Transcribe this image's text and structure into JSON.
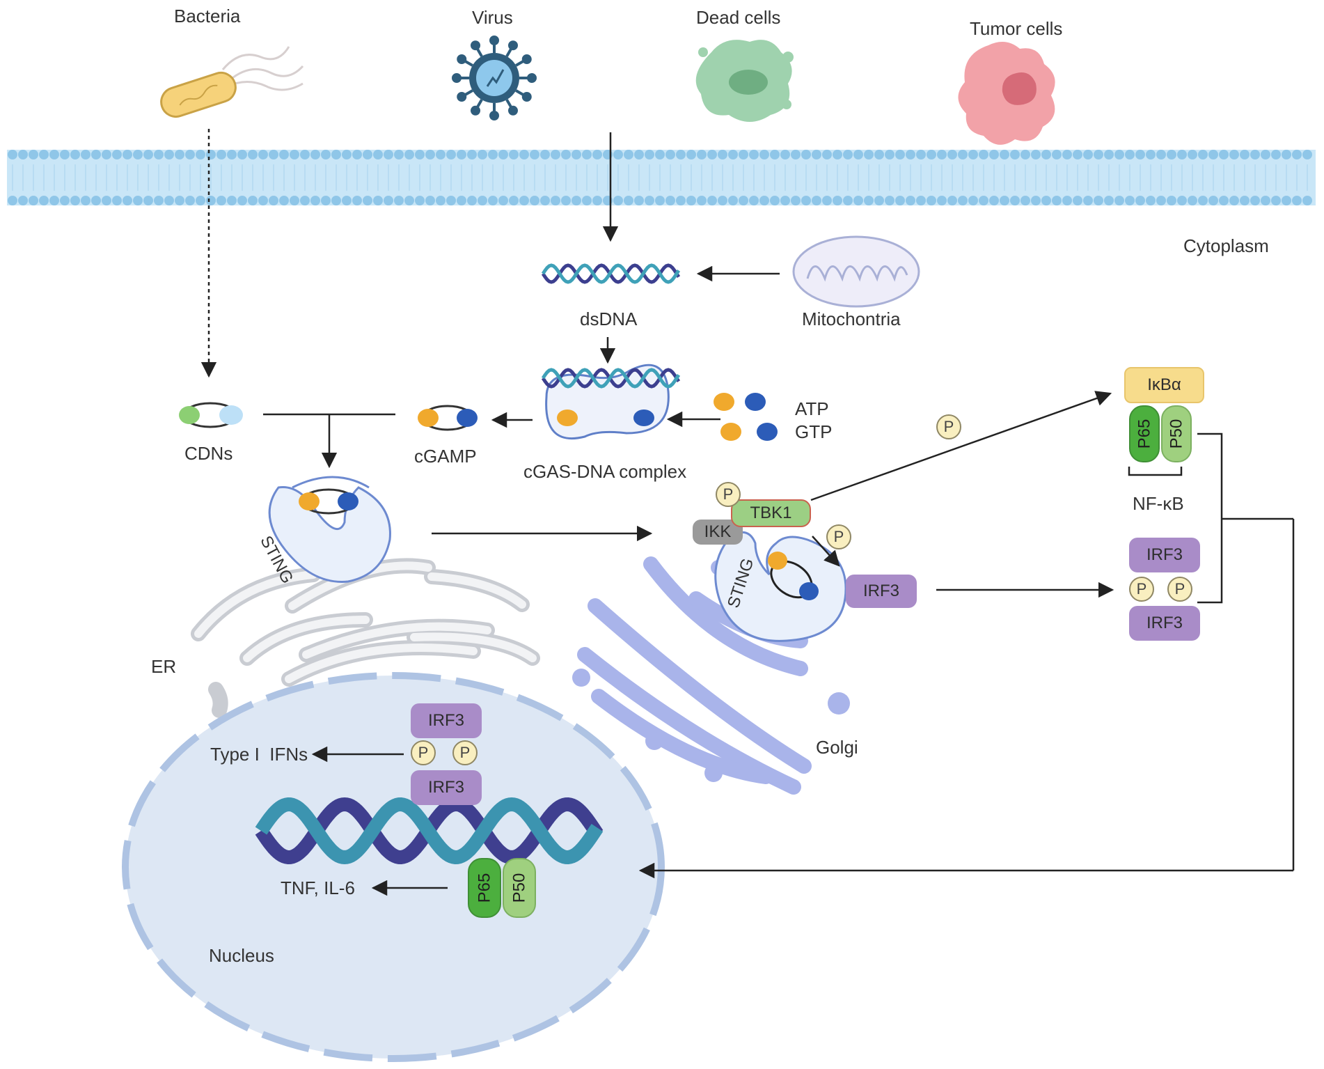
{
  "labels": {
    "bacteria": "Bacteria",
    "virus": "Virus",
    "dead_cells": "Dead cells",
    "tumor_cells": "Tumor cells",
    "cytoplasm": "Cytoplasm",
    "dsdna": "dsDNA",
    "mitochondria": "Mitochontria",
    "cdns": "CDNs",
    "cgamp": "cGAMP",
    "cgas_complex": "cGAS-DNA complex",
    "atp": "ATP",
    "gtp": "GTP",
    "sting_left": "STING",
    "sting_right": "STING",
    "er": "ER",
    "golgi": "Golgi",
    "nucleus": "Nucleus",
    "type_i_ifns": "Type I  IFNs",
    "tnf_il6": "TNF, IL-6",
    "nfkb": "NF-κB"
  },
  "proteins": {
    "tbk1": "TBK1",
    "ikk": "IKK",
    "irf3": "IRF3",
    "ikba": "IκBα",
    "p65": "P65",
    "p50": "P50",
    "phospho": "P"
  },
  "colors": {
    "membrane": "#aed8f1",
    "membrane_head": "#8fc6e8",
    "irf3": "#a98cc8",
    "tbk1": "#9ccf84",
    "ikk": "#9a9a9a",
    "ikba": "#f7dc8c",
    "p65": "#4caf3e",
    "p50": "#9fd07f",
    "golgi": "#a9b4ea",
    "er": "#e8eaec",
    "nucleus": "#dde7f4",
    "sting": "#e9f0fb",
    "atp": "#f0a92d",
    "gtp": "#2c5cb8"
  }
}
